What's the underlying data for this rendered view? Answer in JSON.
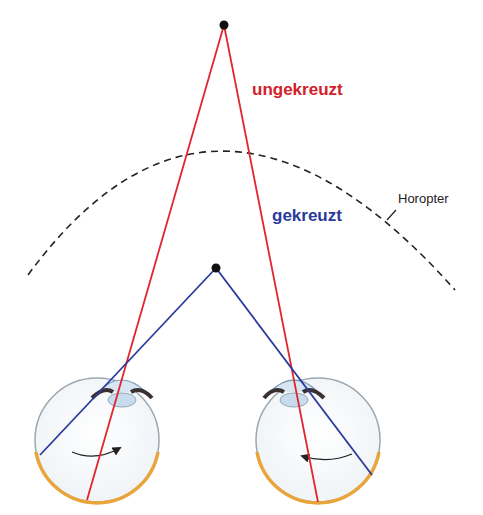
{
  "diagram": {
    "labels": [
      "ungekreuzt",
      "gekreuzt",
      "Horopter"
    ]
  }
}
